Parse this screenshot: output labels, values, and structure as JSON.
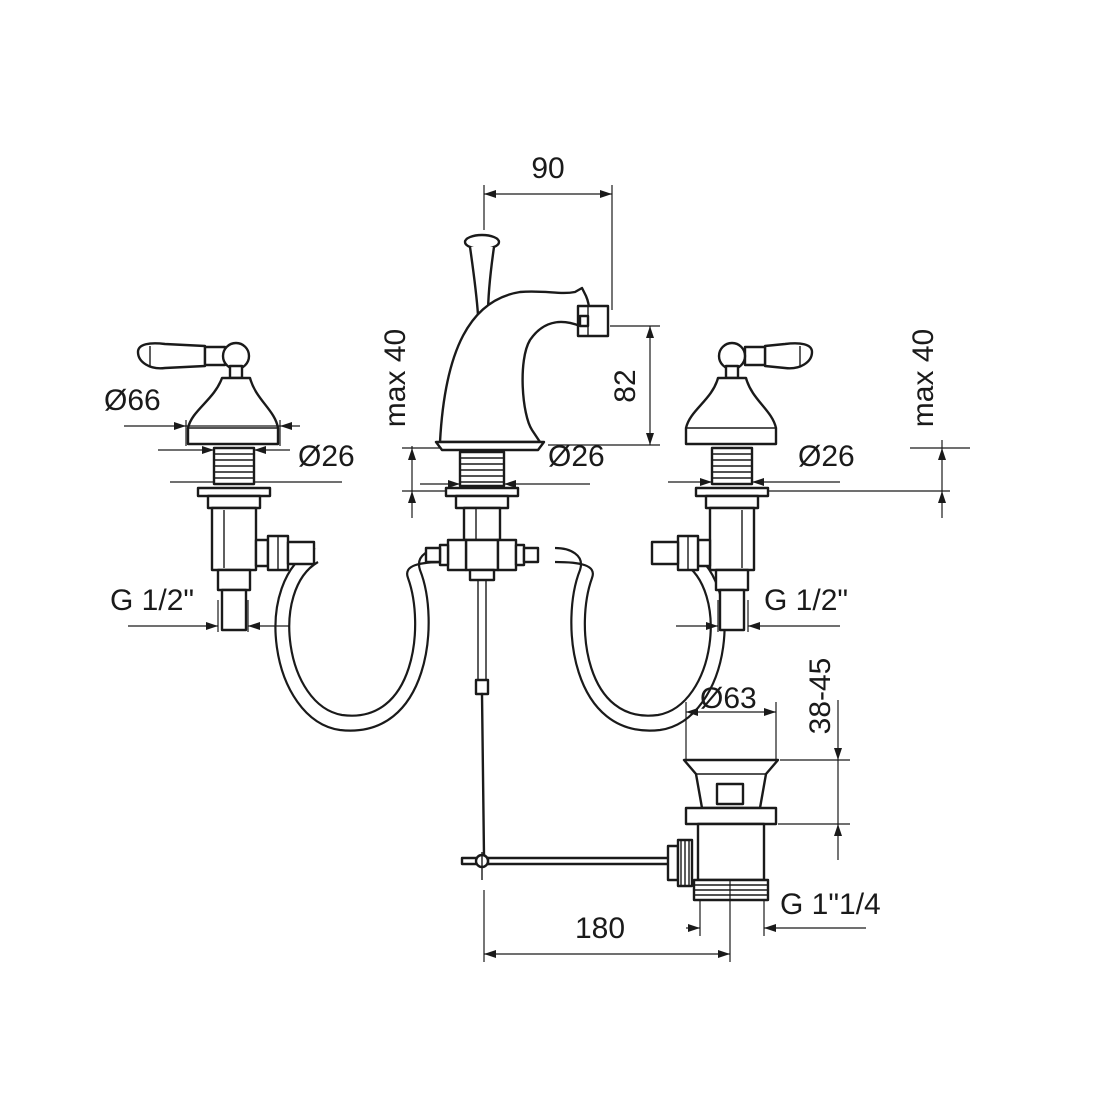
{
  "colors": {
    "line": "#1a1a1a",
    "background": "#ffffff"
  },
  "labels": {
    "spout_reach": "90",
    "left_max_height": "max 40",
    "spout_height": "82",
    "right_max_height": "max 40",
    "left_flange_diameter": "Ø66",
    "left_shank_diameter": "Ø26",
    "center_shank_diameter": "Ø26",
    "right_shank_diameter": "Ø26",
    "left_thread": "G 1/2\"",
    "right_thread": "G 1/2\"",
    "waste_diameter": "Ø63",
    "waste_range": "38-45",
    "waste_thread": "G 1\"1/4",
    "waste_offset": "180"
  }
}
